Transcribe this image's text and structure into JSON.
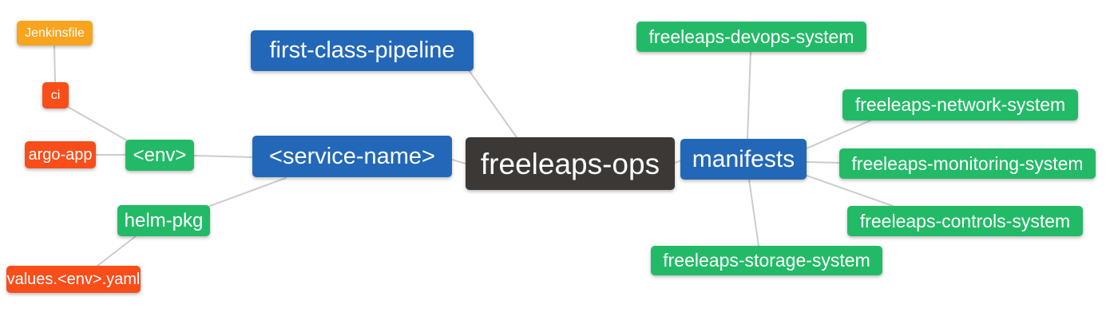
{
  "diagram": {
    "type": "mindmap",
    "root": "freeleaps-ops",
    "background": "#ffffff",
    "edge_color": "#cccccc",
    "text_color": "#ffffff"
  },
  "colors": {
    "root_dark": "#3b3836",
    "branch_blue": "#2368b8",
    "leaf_green": "#23ba67",
    "leaf_red": "#f94d1a",
    "leaf_orange": "#f8a41f"
  },
  "nodes": {
    "freeleaps_ops": {
      "label": "freeleaps-ops",
      "color": "#3b3836"
    },
    "first_class_pipeline": {
      "label": "first-class-pipeline",
      "color": "#2368b8"
    },
    "service_name": {
      "label": "<service-name>",
      "color": "#2368b8"
    },
    "manifests": {
      "label": "manifests",
      "color": "#2368b8"
    },
    "env": {
      "label": "<env>",
      "color": "#23ba67"
    },
    "helm_pkg": {
      "label": "helm-pkg",
      "color": "#23ba67"
    },
    "ci": {
      "label": "ci",
      "color": "#f94d1a"
    },
    "argo_app": {
      "label": "argo-app",
      "color": "#f94d1a"
    },
    "jenkinsfile": {
      "label": "Jenkinsfile",
      "color": "#f8a41f"
    },
    "values_env_yaml": {
      "label": "values.<env>.yaml",
      "color": "#f94d1a"
    },
    "devops_system": {
      "label": "freeleaps-devops-system",
      "color": "#23ba67"
    },
    "network_system": {
      "label": "freeleaps-network-system",
      "color": "#23ba67"
    },
    "monitoring_system": {
      "label": "freeleaps-monitoring-system",
      "color": "#23ba67"
    },
    "controls_system": {
      "label": "freeleaps-controls-system",
      "color": "#23ba67"
    },
    "storage_system": {
      "label": "freeleaps-storage-system",
      "color": "#23ba67"
    }
  },
  "edges": [
    {
      "from": "freeleaps-ops",
      "to": "first-class-pipeline"
    },
    {
      "from": "freeleaps-ops",
      "to": "<service-name>"
    },
    {
      "from": "freeleaps-ops",
      "to": "manifests"
    },
    {
      "from": "<service-name>",
      "to": "<env>"
    },
    {
      "from": "<service-name>",
      "to": "helm-pkg"
    },
    {
      "from": "<env>",
      "to": "ci"
    },
    {
      "from": "<env>",
      "to": "argo-app"
    },
    {
      "from": "ci",
      "to": "Jenkinsfile"
    },
    {
      "from": "helm-pkg",
      "to": "values.<env>.yaml"
    },
    {
      "from": "manifests",
      "to": "freeleaps-devops-system"
    },
    {
      "from": "manifests",
      "to": "freeleaps-network-system"
    },
    {
      "from": "manifests",
      "to": "freeleaps-monitoring-system"
    },
    {
      "from": "manifests",
      "to": "freeleaps-controls-system"
    },
    {
      "from": "manifests",
      "to": "freeleaps-storage-system"
    }
  ]
}
